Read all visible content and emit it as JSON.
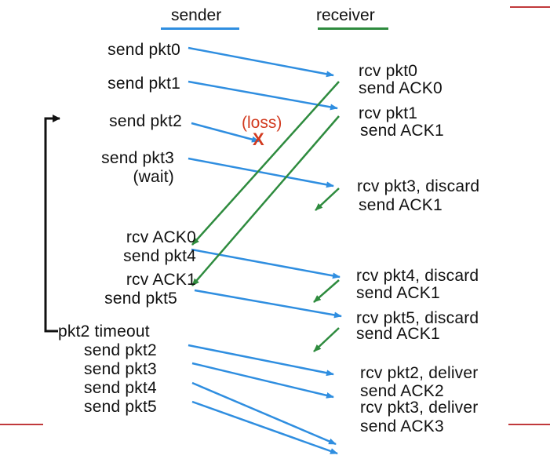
{
  "header": {
    "sender_label": "sender",
    "receiver_label": "receiver",
    "sender_color": "#2f8ee0",
    "receiver_color": "#2e8b3e"
  },
  "sender": {
    "send_pkt0": "send pkt0",
    "send_pkt1": "send pkt1",
    "send_pkt2": "send pkt2",
    "send_pkt3": "send pkt3",
    "wait": "(wait)",
    "rcv_ack0": "rcv ACK0",
    "send_pkt4": "send pkt4",
    "rcv_ack1": "rcv ACK1",
    "send_pkt5": "send pkt5",
    "timeout": "pkt2 timeout",
    "resend_pkt2": "send pkt2",
    "resend_pkt3": "send pkt3",
    "resend_pkt4": "send pkt4",
    "resend_pkt5": "send pkt5"
  },
  "receiver": {
    "rcv_pkt0": "rcv pkt0",
    "send_ack0": "send ACK0",
    "rcv_pkt1": "rcv pkt1",
    "send_ack1": "send ACK1",
    "rcv_pkt3_discard": "rcv pkt3, discard",
    "send_ack1_b": "send ACK1",
    "rcv_pkt4_discard": "rcv pkt4, discard",
    "send_ack1_c": "send ACK1",
    "rcv_pkt5_discard": "rcv pkt5, discard",
    "send_ack1_d": "send ACK1",
    "rcv_pkt2_deliver": "rcv pkt2, deliver",
    "send_ack2": "send ACK2",
    "rcv_pkt3_deliver": "rcv pkt3, deliver",
    "send_ack3": "send ACK3"
  },
  "loss": {
    "label": "(loss)",
    "mark": "X",
    "color": "#d23a1f"
  }
}
